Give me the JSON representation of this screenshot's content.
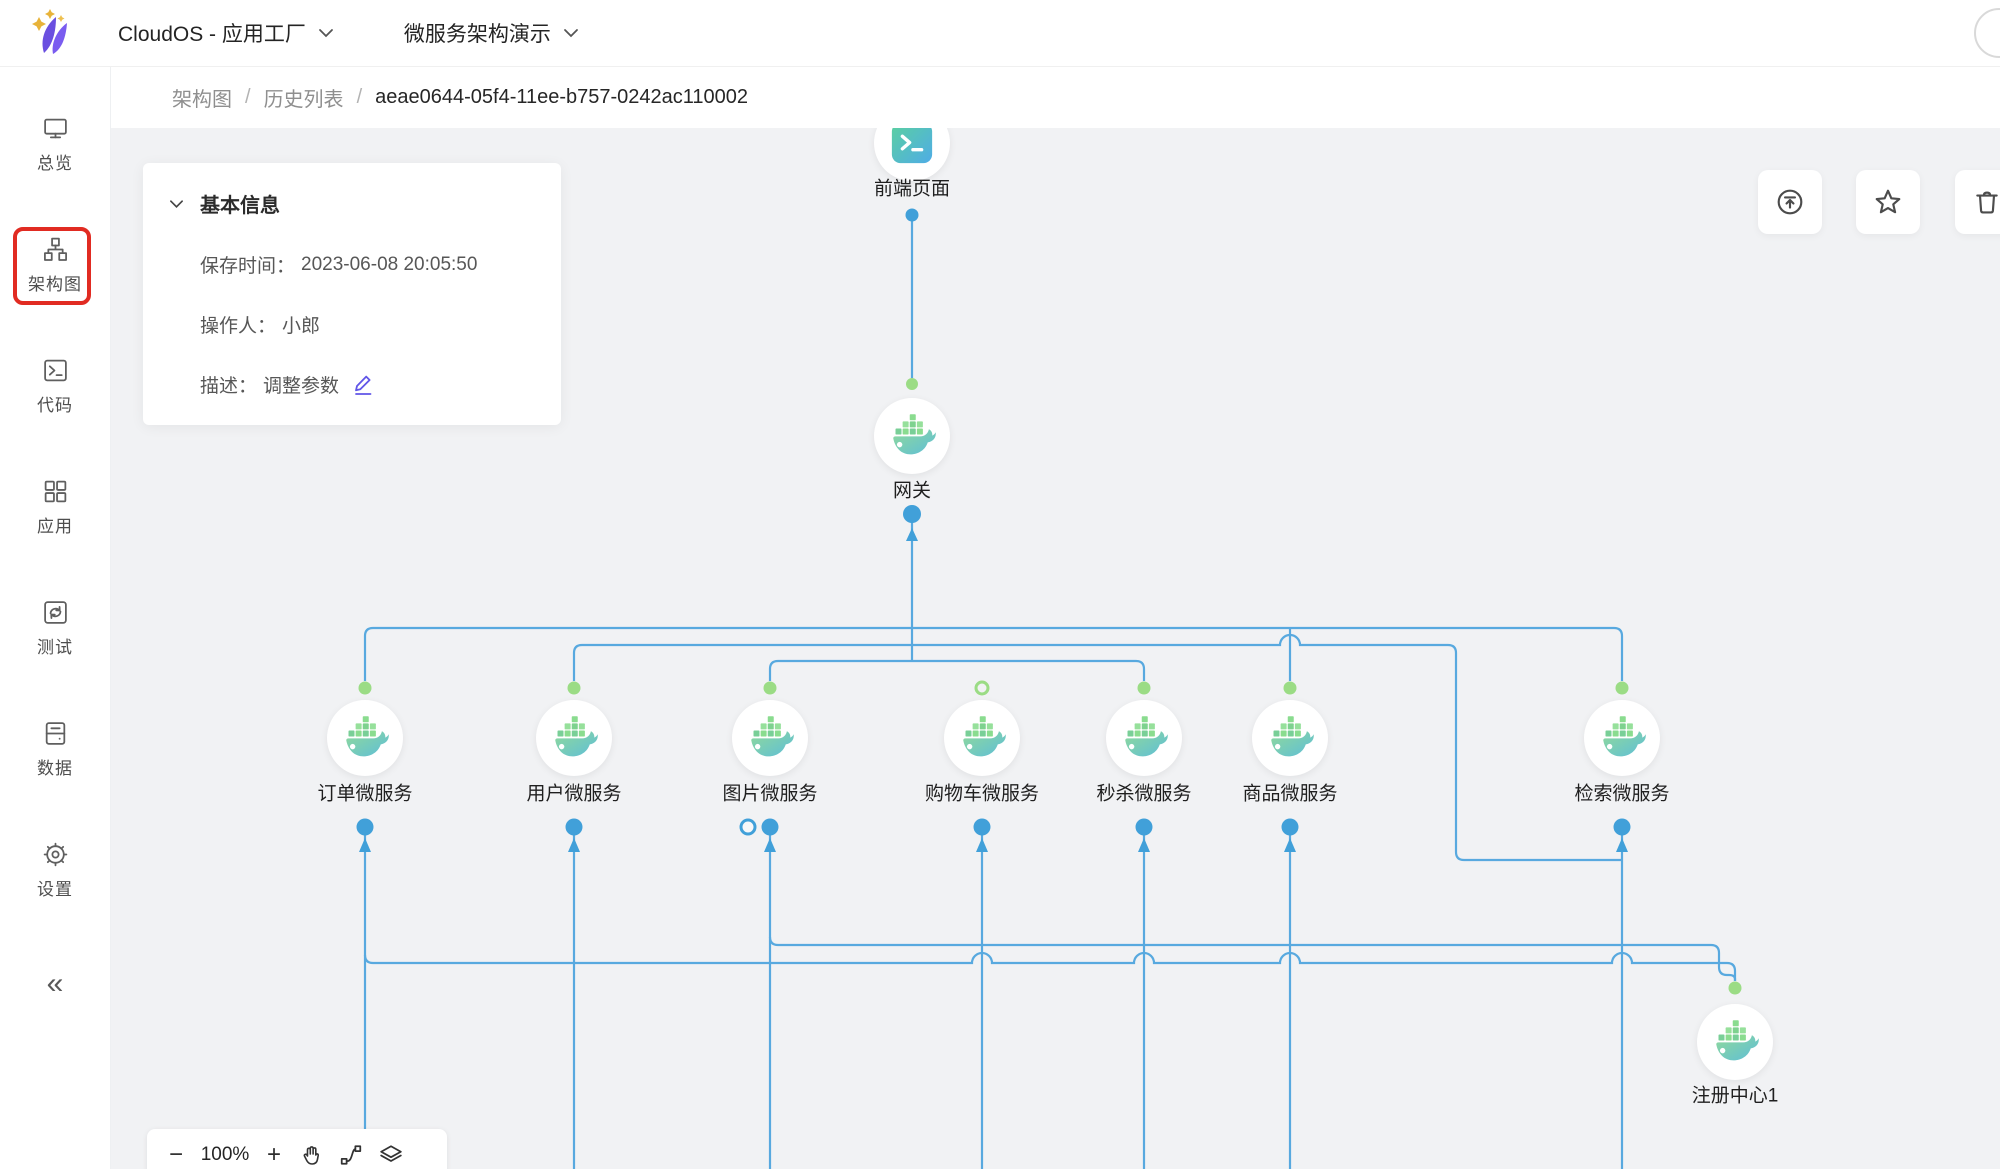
{
  "header": {
    "app_title": "CloudOS - 应用工厂",
    "project_title": "微服务架构演示"
  },
  "sidebar": {
    "items": [
      {
        "label": "总览",
        "icon": "monitor-icon",
        "active": false
      },
      {
        "label": "架构图",
        "icon": "architecture-icon",
        "active": true,
        "annotation": "red-highlight-box"
      },
      {
        "label": "代码",
        "icon": "terminal-icon",
        "active": false
      },
      {
        "label": "应用",
        "icon": "apps-grid-icon",
        "active": false
      },
      {
        "label": "测试",
        "icon": "test-cycle-icon",
        "active": false
      },
      {
        "label": "数据",
        "icon": "database-icon",
        "active": false
      },
      {
        "label": "设置",
        "icon": "gear-icon",
        "active": false
      }
    ],
    "collapse_label": "«"
  },
  "breadcrumb": {
    "parts": [
      "架构图",
      "历史列表",
      "aeae0644-05f4-11ee-b757-0242ac110002"
    ],
    "separator": "/"
  },
  "info_panel": {
    "title": "基本信息",
    "fields": [
      {
        "label": "保存时间：",
        "value": "2023-06-08 20:05:50"
      },
      {
        "label": "操作人：",
        "value": "小郎"
      },
      {
        "label": "描述：",
        "value": "调整参数",
        "edit_icon": "pencil-icon"
      }
    ]
  },
  "actions_top_right": {
    "buttons": [
      {
        "icon": "publish-up-circle-icon"
      },
      {
        "icon": "star-icon"
      },
      {
        "icon": "trash-icon"
      }
    ]
  },
  "zoom_toolbar": {
    "zoom_out": "−",
    "level": "100%",
    "zoom_in": "+",
    "icons": [
      "hand-pan-icon",
      "connector-curve-icon",
      "layers-box-icon"
    ]
  },
  "diagram": {
    "nodes": [
      {
        "label": "前端页面",
        "icon": "web-terminal-icon"
      },
      {
        "label": "网关",
        "icon": "docker-icon"
      },
      {
        "label": "订单微服务",
        "icon": "docker-icon"
      },
      {
        "label": "用户微服务",
        "icon": "docker-icon"
      },
      {
        "label": "图片微服务",
        "icon": "docker-icon"
      },
      {
        "label": "购物车微服务",
        "icon": "docker-icon"
      },
      {
        "label": "秒杀微服务",
        "icon": "docker-icon"
      },
      {
        "label": "商品微服务",
        "icon": "docker-icon"
      },
      {
        "label": "检索微服务",
        "icon": "docker-icon"
      },
      {
        "label": "注册中心1",
        "icon": "docker-icon"
      }
    ]
  },
  "colors": {
    "canvas_bg": "#f1f2f4",
    "edge_blue": "#58a9df",
    "port_green": "#9bdc85",
    "port_blue": "#41a0d9",
    "highlight_red": "#e12b22",
    "edit_accent": "#6156e8",
    "docker_gradient": [
      "#8fd99b",
      "#5ebed8"
    ],
    "frontend_gradient": [
      "#5bd0a0",
      "#4face6"
    ],
    "logo_purple": "#6a4fe0",
    "logo_gold": "#e8b339"
  }
}
